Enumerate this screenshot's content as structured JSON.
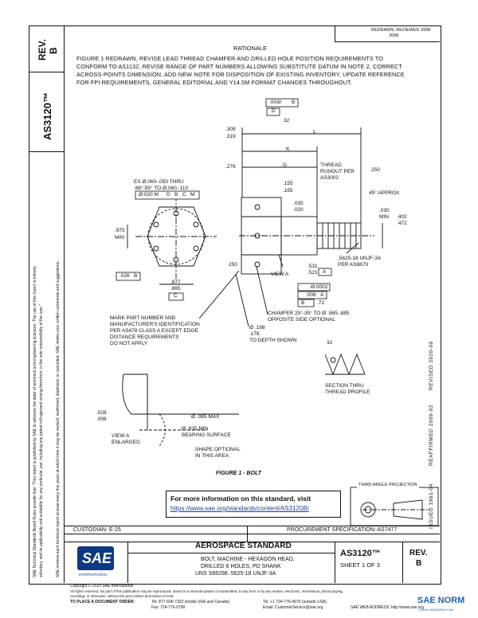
{
  "side": {
    "rev_label": "REV.",
    "rev_value": "B",
    "doc_number": "AS3120™",
    "disclaimer": [
      "SAE Technical Standards Board Rules provide that: \"This report is published by SAE to advance the state of technical and engineering sciences. The use of this report is entirely",
      "voluntary, and its applicability and suitability for any particular use, including any patent infringement arising therefrom, is the sole responsibility of the user.\"",
      "SAE reviews each technical report at least every five years at which time it may be revised, reaffirmed, stabilized, or cancelled. SAE invites your written comments and suggestions."
    ]
  },
  "history": {
    "line1": "ISSUED 1961-04",
    "line2": "REAFFIRMED 2009-02",
    "line3": "REVISED 2020-09"
  },
  "header_stamp": {
    "line1": "REDRAWN, REVIEWED 2008",
    "line2": "2008"
  },
  "rationale": {
    "title": "RATIONALE",
    "text": [
      "FIGURE 1 REDRAWN, REVISE LEAD THREAD CHAMFER AND DRILLED HOLE POSITION REQUIREMENTS TO",
      "CONFORM TO AS1132, REVISE RANGE OF PART NUMBERS ALLOWING SUBSTITUTE DATUM IN NOTE 2, CORRECT",
      "ACROSS-POINTS DIMENSION, ADD NEW NOTE FOR DISPOSITION OF EXISTING INVENTORY, UPDATE REFERENCE",
      "FOR FPI REQUIREMENTS, GENERAL EDITORIAL AND Y14.5M FORMAT CHANGES THROUGHOUT."
    ]
  },
  "drawing": {
    "fcf_top": [
      "//",
      ".003",
      "B"
    ],
    "datum_d": "D",
    "roughness_32": "32",
    "dim_309": ".309",
    "dim_319": ".319",
    "label_l": "L",
    "label_k": "K",
    "label_g": "G",
    "dim_279": ".279",
    "thread_runout": [
      "THREAD",
      "RUNOUT PER",
      "AS3002"
    ],
    "roughness_250_a": "250",
    "hole_note": [
      "EX Ø.060-.050 THRU",
      ".88°-95° TO Ø.060-.110"
    ],
    "fcf_hole": [
      "Ø.020 M",
      "D",
      "B",
      "C",
      "M"
    ],
    "dim_155": ".155",
    "dim_165": ".165",
    "dim_030_020": [
      ".030",
      ".020"
    ],
    "dim_030_min": [
      ".030",
      "MIN"
    ],
    "dim_402_472": [
      ".402",
      ".472"
    ],
    "approx_45": "45° APPROX",
    "dim_975_min": [
      ".975",
      "MIN"
    ],
    "roughness_250_b": "250",
    "view_a": "VIEW A",
    "dim_531": [
      ".531",
      ".521"
    ],
    "thread_spec": [
      ".5625-18 UNJF-3A",
      "PER AS8879"
    ],
    "datum_a": "A",
    "fcf_026": [
      ".026",
      "B"
    ],
    "dim_877_865": [
      ".877",
      ".865"
    ],
    "datum_c": "C",
    "fcf_0002": [
      "Ø.0002",
      ".006",
      "A",
      "B",
      ".72"
    ],
    "mark_note": [
      "MARK PART NUMBER AND",
      "MANUFACTURER'S IDENTIFICATION",
      "PER AS478 CLASS A EXCEPT EDGE",
      "DISTANCE REQUIREMENTS",
      "DO NOT APPLY"
    ],
    "chamfer_note": [
      "CHAMFER 25°-35° TO Ø .865-.885",
      "OPPOSITE SIDE OPTIONAL"
    ],
    "drill_note": [
      "Ø .198",
      ".178",
      "TO DEPTH SHOWN"
    ],
    "roughness_32_b": "32",
    "section_note": [
      "SECTION THRU",
      "THREAD PROFILE"
    ],
    "dim_028_008": [
      ".028",
      ".008"
    ],
    "dim_085": "Ø .085 MAX",
    "dim_835": [
      "Ø .835 MIN",
      "BEARING SURFACE"
    ],
    "view_a_enlarged": [
      "VIEW A",
      "ENLARGED"
    ],
    "shape_note": [
      "SHAPE OPTIONAL",
      "IN THIS AREA"
    ],
    "figure_caption": "FIGURE 1 - BOLT"
  },
  "info_box": {
    "text": "For more information on this standard, visit",
    "link": "https://www.sae.org/standards/content/AS3120B/"
  },
  "projection_label": "THIRD ANGLE PROJECTION",
  "title_block": {
    "custodian": "CUSTODIAN: E-25",
    "procurement": "PROCUREMENT SPECIFICATION: AS7477",
    "logo": "SAE",
    "logo_sub": "INTERNATIONAL",
    "std_type": "AEROSPACE STANDARD",
    "desc": [
      "BOLT, MACHINE - HEXAGON HEAD,",
      "DRILLED 6 HOLES, PD SHANK",
      "UNS S66286 .5625-18 UNJF-3A"
    ],
    "doc_number": "AS3120™",
    "sheet": "SHEET 1 OF 3",
    "rev_label": "REV.",
    "rev_value": "B"
  },
  "footer": {
    "copyright": "Copyright © 2020 SAE International",
    "rights": "All rights reserved. No part of this publication may be reproduced, stored in a retrieval system or transmitted, in any form or by any means, electronic, mechanical, photocopying,",
    "rights2": "recording, or otherwise, without the prior written permission of SAE.",
    "order": "TO PLACE A DOCUMENT ORDER:",
    "tel": "Tel: 877-606-7323 (inside USA and Canada)",
    "fax": "Fax: 724-776-0790",
    "tel2": "Tel: +1 724-776-4970 (outside USA)",
    "email": "Email: CustomerService@sae.org",
    "web": "SAE WEB ADDRESS: http://www.sae.org"
  },
  "watermark": {
    "brand": "SAE NORM",
    "sub": "WWW.SAENORM.COM"
  }
}
